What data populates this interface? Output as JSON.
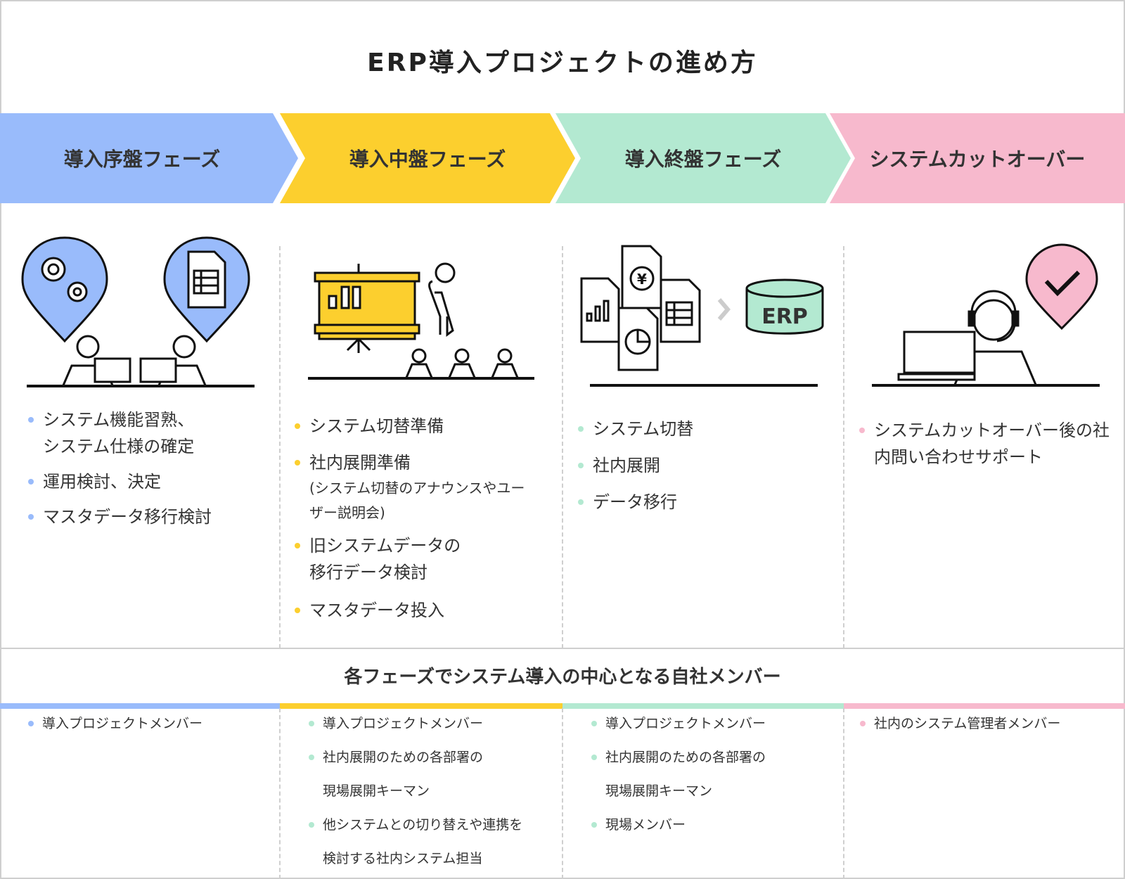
{
  "title": "ERP導入プロジェクトの進め方",
  "colors": {
    "phase1": "#99BBFB",
    "phase2": "#FCCF2E",
    "phase3": "#B3E9D1",
    "phase4": "#F7B9CD",
    "text": "#333333"
  },
  "phases": [
    {
      "label": "導入序盤フェーズ",
      "tasks": [
        [
          "システム機能習熟、",
          "システム仕様の確定"
        ],
        [
          "運用検討、決定"
        ],
        [
          "マスタデータ移行検討"
        ]
      ]
    },
    {
      "label": "導入中盤フェーズ",
      "tasks": [
        [
          "システム切替準備"
        ],
        [
          "社内展開準備"
        ],
        [
          "旧システムデータの",
          "移行データ検討"
        ],
        [
          "マスタデータ投入"
        ]
      ],
      "task2_note": [
        "(システム切替のアナウンスやユー",
        "ザー説明会)"
      ]
    },
    {
      "label": "導入終盤フェーズ",
      "tasks": [
        [
          "システム切替"
        ],
        [
          "社内展開"
        ],
        [
          "データ移行"
        ]
      ],
      "icon_text": "ERP",
      "doc_symbol": "¥"
    },
    {
      "label": "システムカットオーバー",
      "tasks": [
        [
          "システムカットオーバー後の社",
          "内問い合わせサポート"
        ]
      ]
    }
  ],
  "members_title": "各フェーズでシステム導入の中心となる自社メンバー",
  "members": [
    [
      [
        "導入プロジェクトメンバー"
      ]
    ],
    [
      [
        "導入プロジェクトメンバー"
      ],
      [
        "社内展開のための各部署の",
        "現場展開キーマン"
      ],
      [
        "他システムとの切り替えや連携を",
        "検討する社内システム担当"
      ]
    ],
    [
      [
        "導入プロジェクトメンバー"
      ],
      [
        "社内展開のための各部署の",
        "現場展開キーマン"
      ],
      [
        "現場メンバー"
      ]
    ],
    [
      [
        "社内のシステム管理者メンバー"
      ]
    ]
  ]
}
